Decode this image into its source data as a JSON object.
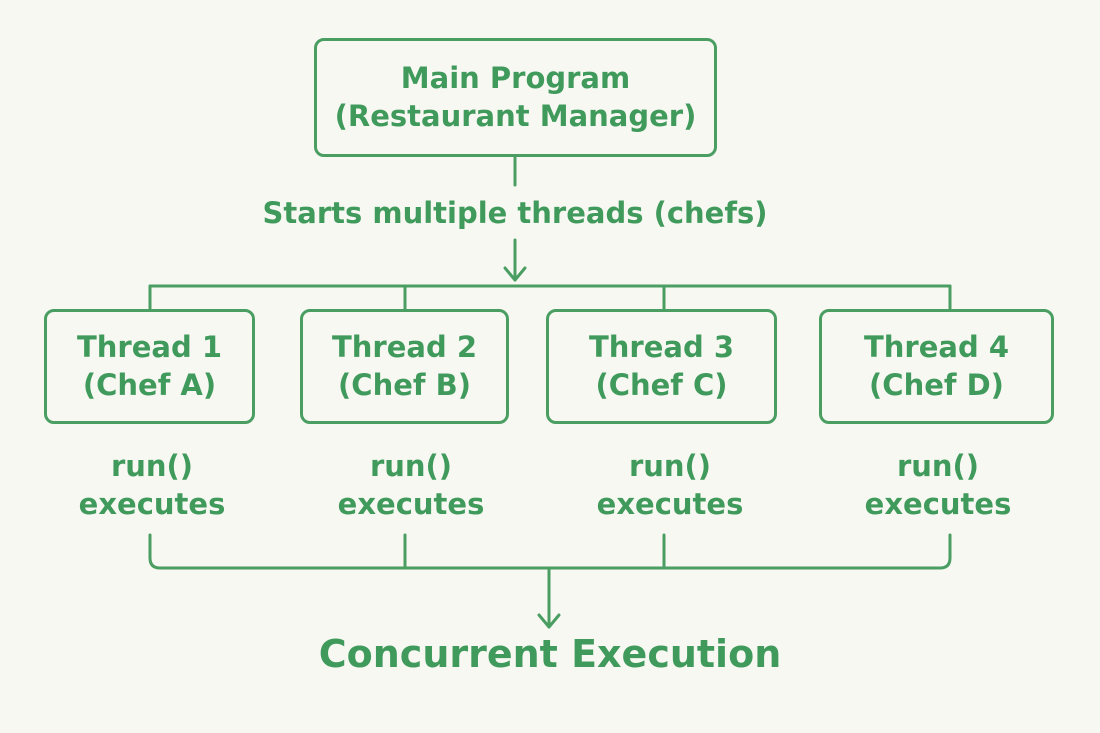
{
  "colors": {
    "background": "#f8f8f3",
    "stroke": "#4a9e62",
    "text": "#3f9a5b"
  },
  "main": {
    "line1": "Main Program",
    "line2": "(Restaurant Manager)"
  },
  "starts_label": "Starts multiple threads (chefs)",
  "threads": [
    {
      "title": "Thread 1",
      "subtitle": "(Chef A)",
      "run_line1": "run()",
      "run_line2": "executes"
    },
    {
      "title": "Thread 2",
      "subtitle": "(Chef B)",
      "run_line1": "run()",
      "run_line2": "executes"
    },
    {
      "title": "Thread 3",
      "subtitle": "(Chef C)",
      "run_line1": "run()",
      "run_line2": "executes"
    },
    {
      "title": "Thread 4",
      "subtitle": "(Chef D)",
      "run_line1": "run()",
      "run_line2": "executes"
    }
  ],
  "result_label": "Concurrent Execution"
}
